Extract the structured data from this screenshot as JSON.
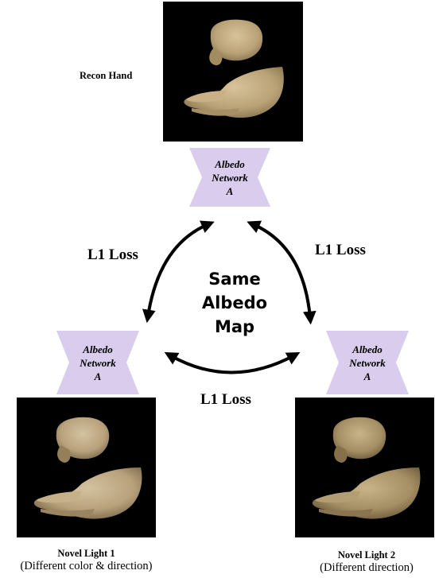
{
  "top_image": {
    "label": "Recon Hand"
  },
  "networks": {
    "top": {
      "line1": "Albedo",
      "line2": "Network",
      "line3": "A"
    },
    "left": {
      "line1": "Albedo",
      "line2": "Network",
      "line3": "A"
    },
    "right": {
      "line1": "Albedo",
      "line2": "Network",
      "line3": "A"
    }
  },
  "center": {
    "line1": "Same",
    "line2": "Albedo",
    "line3": "Map"
  },
  "losses": {
    "left": "L1 Loss",
    "right": "L1 Loss",
    "bottom": "L1 Loss"
  },
  "bottom_left": {
    "title": "Novel Light 1",
    "subtitle": "(Different color & direction)"
  },
  "bottom_right": {
    "title": "Novel Light 2",
    "subtitle": "(Different direction)"
  },
  "colors": {
    "network_fill": "#d9ccec",
    "background": "#ffffff",
    "image_bg": "#000000",
    "arrow": "#000000"
  }
}
